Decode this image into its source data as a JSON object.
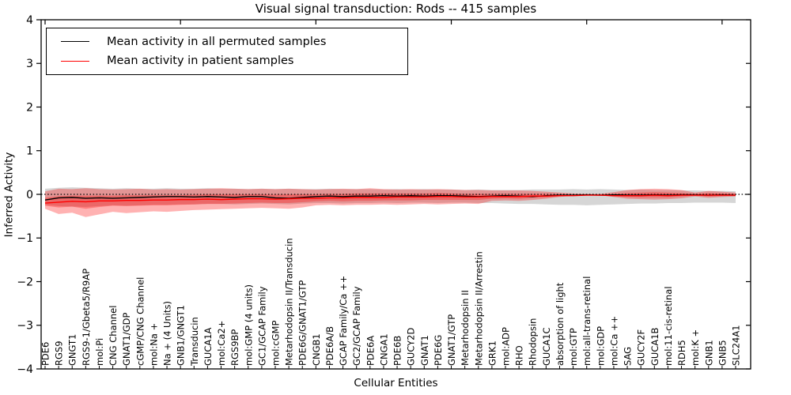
{
  "chart_data": {
    "type": "line",
    "title": "Visual signal transduction: Rods -- 415 samples",
    "xlabel": "Cellular Entities",
    "ylabel": "Inferred Activity",
    "ylim": [
      -4,
      4
    ],
    "yticks": [
      -4,
      -3,
      -2,
      -1,
      0,
      1,
      2,
      3,
      4
    ],
    "grid": false,
    "legend_position": "upper left",
    "categories": [
      "PDE6",
      "RGS9",
      "GNGT1",
      "RGS9-1/Gbeta5/R9AP",
      "mol:Pi",
      "CNG Channel",
      "GNAT1/GDP",
      "cGMP/CNG Channel",
      "mol:Na +",
      "Na + (4 Units)",
      "GNB1/GNGT1",
      "Transducin",
      "GUCA1A",
      "mol:Ca2+",
      "RGS9BP",
      "mol:GMP (4 units)",
      "GC1/GCAP Family",
      "mol:cGMP",
      "Metarhodopsin II/Transducin",
      "PDE6G/GNAT1/GTP",
      "CNGB1",
      "PDE6A/B",
      "GCAP Family/Ca ++",
      "GC2/GCAP Family",
      "PDE6A",
      "CNGA1",
      "PDE6B",
      "GUCY2D",
      "GNAT1",
      "PDE6G",
      "GNAT1/GTP",
      "Metarhodopsin II",
      "Metarhodopsin II/Arrestin",
      "GRK1",
      "mol:ADP",
      "RHO",
      "Rhodopsin",
      "GUCA1C",
      "absorption of light",
      "mol:GTP",
      "mol:all-trans-retinal",
      "mol:GDP",
      "mol:Ca ++",
      "SAG",
      "GUCY2F",
      "GUCA1B",
      "mol:11-cis-retinal",
      "RDH5",
      "mol:K +",
      "GNB1",
      "GNB5",
      "SLC24A1"
    ],
    "series": [
      {
        "name": "Mean activity in all permuted samples",
        "color": "#000000",
        "values": [
          -0.13,
          -0.08,
          -0.07,
          -0.09,
          -0.08,
          -0.09,
          -0.08,
          -0.07,
          -0.06,
          -0.05,
          -0.05,
          -0.06,
          -0.05,
          -0.06,
          -0.07,
          -0.05,
          -0.05,
          -0.08,
          -0.09,
          -0.07,
          -0.05,
          -0.04,
          -0.05,
          -0.04,
          -0.04,
          -0.03,
          -0.04,
          -0.03,
          -0.04,
          -0.03,
          -0.03,
          -0.04,
          -0.05,
          -0.04,
          -0.03,
          -0.04,
          -0.05,
          -0.03,
          -0.02,
          -0.02,
          -0.01,
          -0.02,
          -0.01,
          -0.02,
          -0.02,
          -0.01,
          -0.02,
          -0.01,
          -0.01,
          -0.02,
          -0.01,
          -0.02
        ]
      },
      {
        "name": "Mean activity in patient samples",
        "color": "#ff0000",
        "values": [
          -0.2,
          -0.18,
          -0.16,
          -0.17,
          -0.15,
          -0.15,
          -0.14,
          -0.14,
          -0.13,
          -0.13,
          -0.12,
          -0.12,
          -0.11,
          -0.12,
          -0.11,
          -0.1,
          -0.1,
          -0.11,
          -0.1,
          -0.09,
          -0.09,
          -0.08,
          -0.08,
          -0.07,
          -0.07,
          -0.07,
          -0.06,
          -0.06,
          -0.06,
          -0.05,
          -0.05,
          -0.06,
          -0.06,
          -0.05,
          -0.05,
          -0.05,
          -0.04,
          -0.04,
          -0.03,
          -0.03,
          -0.02,
          -0.02,
          -0.03,
          -0.03,
          -0.03,
          -0.02,
          -0.03,
          -0.02,
          -0.02,
          -0.02,
          -0.02,
          -0.02
        ]
      }
    ],
    "bands": [
      {
        "name": "permuted-samples-spread",
        "color": "#999999",
        "opacity": 0.4,
        "upper": [
          0.13,
          0.15,
          0.16,
          0.15,
          0.14,
          0.13,
          0.14,
          0.13,
          0.13,
          0.14,
          0.13,
          0.13,
          0.14,
          0.13,
          0.13,
          0.12,
          0.13,
          0.12,
          0.13,
          0.12,
          0.12,
          0.13,
          0.12,
          0.12,
          0.12,
          0.11,
          0.12,
          0.11,
          0.12,
          0.11,
          0.11,
          0.1,
          0.11,
          0.1,
          0.1,
          0.1,
          0.11,
          0.11,
          0.11,
          0.12,
          0.11,
          0.12,
          0.11,
          0.1,
          0.11,
          0.1,
          0.1,
          0.09,
          0.09,
          0.08,
          0.08,
          0.07
        ],
        "lower": [
          -0.24,
          -0.27,
          -0.28,
          -0.29,
          -0.27,
          -0.25,
          -0.26,
          -0.25,
          -0.24,
          -0.24,
          -0.23,
          -0.23,
          -0.22,
          -0.22,
          -0.23,
          -0.22,
          -0.21,
          -0.22,
          -0.23,
          -0.21,
          -0.2,
          -0.2,
          -0.21,
          -0.2,
          -0.2,
          -0.19,
          -0.2,
          -0.19,
          -0.19,
          -0.2,
          -0.19,
          -0.19,
          -0.2,
          -0.2,
          -0.21,
          -0.22,
          -0.22,
          -0.23,
          -0.24,
          -0.24,
          -0.25,
          -0.24,
          -0.23,
          -0.22,
          -0.21,
          -0.21,
          -0.2,
          -0.2,
          -0.19,
          -0.19,
          -0.19,
          -0.2
        ]
      },
      {
        "name": "patient-samples-spread-outer",
        "color": "#ff0000",
        "opacity": 0.3,
        "upper": [
          0.07,
          0.13,
          0.12,
          0.14,
          0.12,
          0.11,
          0.12,
          0.13,
          0.11,
          0.12,
          0.11,
          0.12,
          0.13,
          0.14,
          0.13,
          0.12,
          0.13,
          0.12,
          0.13,
          0.12,
          0.11,
          0.12,
          0.13,
          0.12,
          0.14,
          0.12,
          0.11,
          0.12,
          0.11,
          0.12,
          0.11,
          0.1,
          0.1,
          0.09,
          0.09,
          0.09,
          0.08,
          0.06,
          0.04,
          0.02,
          0.01,
          0.01,
          0.05,
          0.1,
          0.12,
          0.13,
          0.12,
          0.1,
          0.04,
          0.08,
          0.06,
          0.04
        ],
        "lower": [
          -0.33,
          -0.45,
          -0.42,
          -0.52,
          -0.46,
          -0.4,
          -0.43,
          -0.41,
          -0.39,
          -0.4,
          -0.38,
          -0.36,
          -0.35,
          -0.34,
          -0.33,
          -0.32,
          -0.31,
          -0.32,
          -0.33,
          -0.3,
          -0.25,
          -0.24,
          -0.25,
          -0.24,
          -0.24,
          -0.23,
          -0.24,
          -0.23,
          -0.22,
          -0.23,
          -0.22,
          -0.21,
          -0.22,
          -0.15,
          -0.14,
          -0.15,
          -0.13,
          -0.1,
          -0.06,
          -0.03,
          -0.02,
          -0.02,
          -0.06,
          -0.1,
          -0.11,
          -0.12,
          -0.11,
          -0.09,
          -0.05,
          -0.08,
          -0.06,
          -0.05
        ]
      },
      {
        "name": "patient-samples-spread-inner",
        "color": "#ff0000",
        "opacity": 0.3,
        "upper": [
          -0.08,
          -0.04,
          -0.03,
          -0.03,
          -0.03,
          -0.03,
          -0.02,
          -0.02,
          -0.02,
          -0.02,
          -0.02,
          -0.01,
          0.0,
          0.0,
          0.0,
          0.0,
          0.0,
          -0.01,
          0.0,
          0.0,
          0.0,
          0.01,
          0.01,
          0.02,
          0.02,
          0.02,
          0.02,
          0.02,
          0.02,
          0.03,
          0.02,
          0.01,
          0.01,
          0.01,
          0.01,
          0.01,
          0.01,
          0.01,
          0.0,
          -0.01,
          -0.01,
          -0.01,
          0.01,
          0.03,
          0.04,
          0.05,
          0.04,
          0.03,
          0.01,
          0.03,
          0.02,
          0.01
        ],
        "lower": [
          -0.26,
          -0.3,
          -0.28,
          -0.33,
          -0.29,
          -0.26,
          -0.27,
          -0.26,
          -0.25,
          -0.25,
          -0.24,
          -0.23,
          -0.22,
          -0.22,
          -0.21,
          -0.2,
          -0.19,
          -0.2,
          -0.2,
          -0.18,
          -0.16,
          -0.15,
          -0.16,
          -0.15,
          -0.15,
          -0.14,
          -0.14,
          -0.14,
          -0.13,
          -0.13,
          -0.13,
          -0.13,
          -0.13,
          -0.1,
          -0.09,
          -0.1,
          -0.08,
          -0.07,
          -0.04,
          -0.03,
          -0.02,
          -0.02,
          -0.04,
          -0.06,
          -0.07,
          -0.07,
          -0.07,
          -0.05,
          -0.03,
          -0.05,
          -0.04,
          -0.03
        ]
      }
    ],
    "reference_line": {
      "y": 0,
      "style": "dotted",
      "color": "#000000"
    }
  }
}
